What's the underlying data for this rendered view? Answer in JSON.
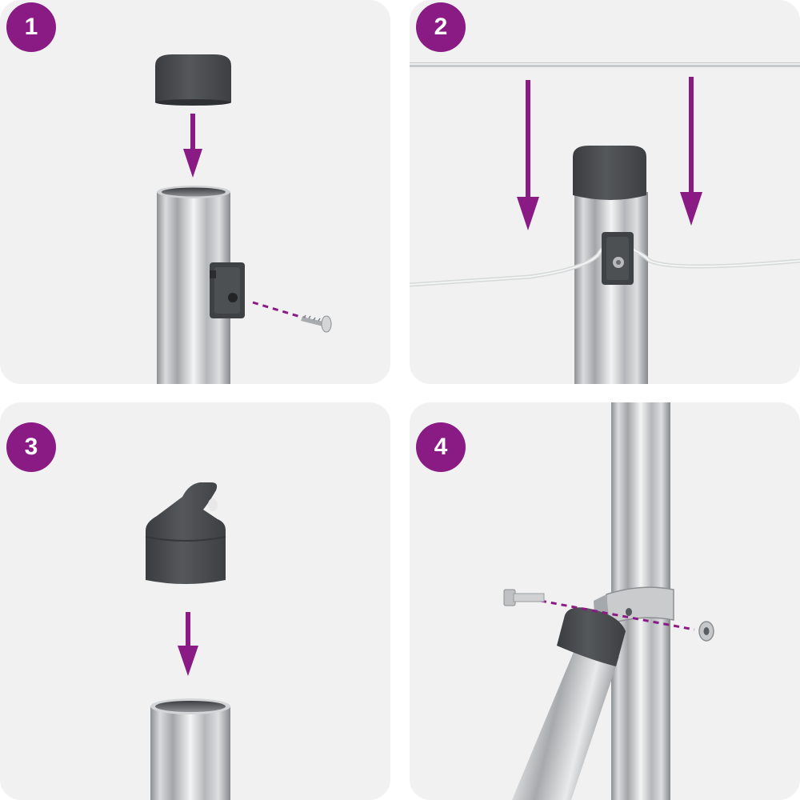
{
  "colors": {
    "accent": "#8a1a84",
    "panel_bg": "#f1f1f1",
    "cap": "#4a4d50",
    "steel": "#b9bcbe"
  },
  "steps": [
    {
      "number": "1",
      "description_icons": [
        "cap-icon",
        "arrow-down-icon",
        "pole-icon",
        "wire-clip-icon",
        "screw-icon"
      ]
    },
    {
      "number": "2",
      "description_icons": [
        "wire-icon",
        "arrow-down-icon",
        "pole-icon",
        "cap-icon",
        "wire-clip-icon"
      ]
    },
    {
      "number": "3",
      "description_icons": [
        "eyelet-cap-icon",
        "arrow-down-icon",
        "pole-icon"
      ]
    },
    {
      "number": "4",
      "description_icons": [
        "pole-icon",
        "brace-icon",
        "clamp-icon",
        "bolt-icon",
        "nut-icon"
      ]
    }
  ]
}
